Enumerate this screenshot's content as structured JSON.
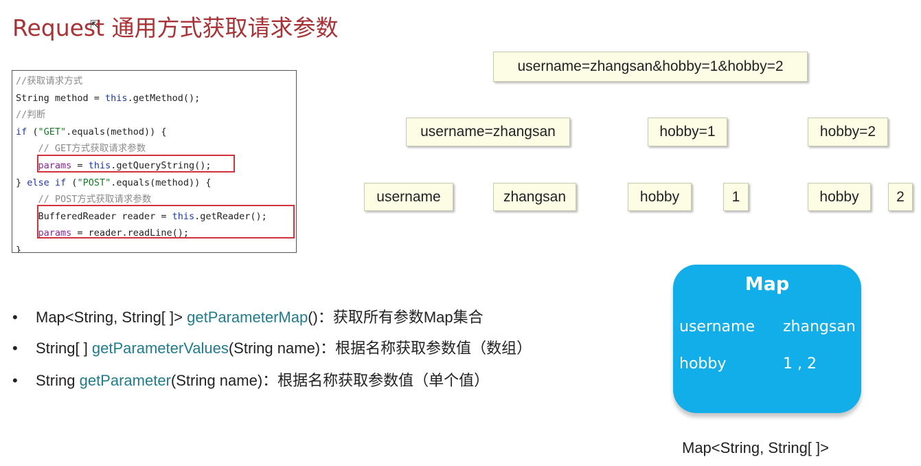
{
  "title": "Request 通用方式获取请求参数",
  "code_lines": [
    [
      {
        "t": "//获取请求方式",
        "c": "cm"
      }
    ],
    [
      {
        "t": "String method = ",
        "c": ""
      },
      {
        "t": "this",
        "c": "kw"
      },
      {
        "t": ".getMethod();",
        "c": ""
      }
    ],
    [
      {
        "t": "//判断",
        "c": "cm"
      }
    ],
    [
      {
        "t": "if",
        "c": "kw"
      },
      {
        "t": " (",
        "c": ""
      },
      {
        "t": "\"GET\"",
        "c": "st"
      },
      {
        "t": ".equals(method)) {",
        "c": ""
      }
    ],
    [
      {
        "t": "    // GET方式获取请求参数",
        "c": "cm"
      }
    ],
    [
      {
        "t": "    ",
        "c": ""
      },
      {
        "t": "params",
        "c": "vr"
      },
      {
        "t": " = ",
        "c": ""
      },
      {
        "t": "this",
        "c": "kw"
      },
      {
        "t": ".getQueryString();",
        "c": ""
      }
    ],
    [
      {
        "t": "} ",
        "c": ""
      },
      {
        "t": "else if",
        "c": "kw"
      },
      {
        "t": " (",
        "c": ""
      },
      {
        "t": "\"POST\"",
        "c": "st"
      },
      {
        "t": ".equals(method)) {",
        "c": ""
      }
    ],
    [
      {
        "t": "    // POST方式获取请求参数",
        "c": "cm"
      }
    ],
    [
      {
        "t": "    BufferedReader reader = ",
        "c": ""
      },
      {
        "t": "this",
        "c": "kw"
      },
      {
        "t": ".getReader();",
        "c": ""
      }
    ],
    [
      {
        "t": "    ",
        "c": ""
      },
      {
        "t": "params",
        "c": "vr"
      },
      {
        "t": " = reader.readLine();",
        "c": ""
      }
    ],
    [
      {
        "t": "}",
        "c": ""
      }
    ]
  ],
  "tokens": {
    "full": "username=zhangsan&hobby=1&hobby=2",
    "pairs": [
      "username=zhangsan",
      "hobby=1",
      "hobby=2"
    ],
    "parts": [
      "username",
      "zhangsan",
      "hobby",
      "1",
      "hobby",
      "2"
    ]
  },
  "bullets": [
    {
      "pre": "Map<String, String[ ]> ",
      "method": "getParameterMap",
      "post": "()：获取所有参数Map集合"
    },
    {
      "pre": "String[ ] ",
      "method": "getParameterValues",
      "post": "(String name)：根据名称获取参数值（数组）"
    },
    {
      "pre": "String ",
      "method": "getParameter",
      "post": "(String name)：根据名称获取参数值（单个值）"
    }
  ],
  "bullet_symbol": "•",
  "map": {
    "title": "Map",
    "rows": [
      {
        "key": "username",
        "value": "zhangsan"
      },
      {
        "key": "hobby",
        "value": "1 , 2"
      }
    ]
  },
  "caption": "Map<String, String[ ]>"
}
